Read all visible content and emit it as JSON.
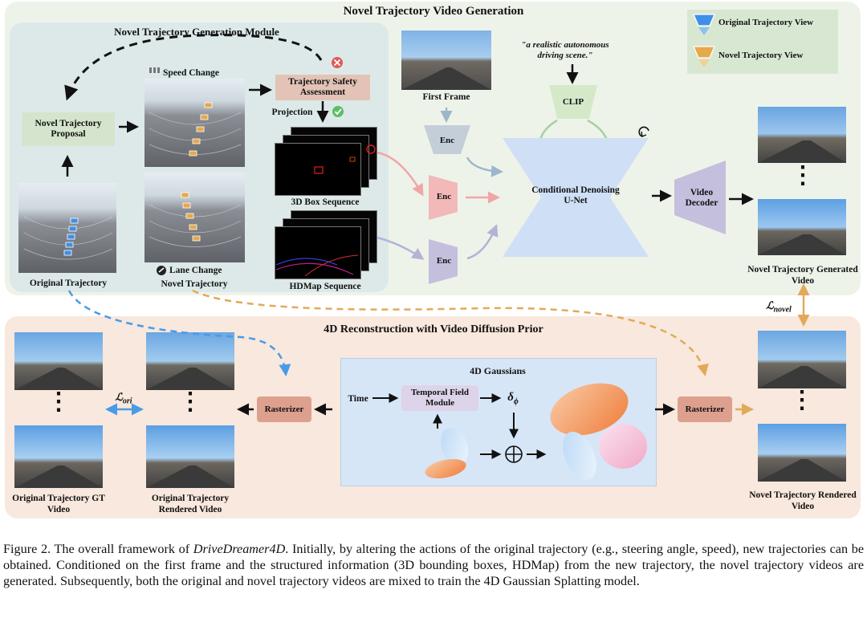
{
  "top_section": {
    "title": "Novel Trajectory Video Generation",
    "legend": {
      "original": "Original Trajectory View",
      "novel": "Novel Trajectory View"
    },
    "generation_module": {
      "title": "Novel Trajectory Generation Module",
      "speed_change": "Speed Change",
      "lane_change": "Lane Change",
      "novel_trajectory": "Novel Trajectory",
      "original_trajectory": "Original Trajectory",
      "proposal": "Novel Trajectory Proposal",
      "safety": "Trajectory Safety Assessment",
      "projection": "Projection",
      "box_sequence": "3D Box Sequence",
      "hdmap_sequence": "HDMap Sequence"
    },
    "first_frame": "First Frame",
    "prompt": "\"a realistic autonomous driving scene.\"",
    "clip": "CLIP",
    "enc": "Enc",
    "unet": "Conditional Denoising U-Net",
    "video_decoder": "Video Decoder",
    "generated_video": "Novel Trajectory Generated Video",
    "loss_novel": "novel"
  },
  "bottom_section": {
    "title": "4D Reconstruction with Video Diffusion Prior",
    "loss_ori": "ori",
    "gt_video": "Original Trajectory GT Video",
    "rendered_video": "Original Trajectory Rendered Video",
    "rasterizer": "Rasterizer",
    "gaussians_title": "4D Gaussians",
    "time": "Time",
    "temporal_field": "Temporal Field Module",
    "delta": "δ",
    "delta_sub": "ϕ",
    "novel_rendered": "Novel Trajectory Rendered Video"
  },
  "caption": {
    "prefix": "Figure 2. The overall framework of ",
    "model_name": "DriveDreamer4D",
    "text": ". Initially, by altering the actions of the original trajectory (e.g., steering angle, speed), new trajectories can be obtained. Conditioned on the first frame and the structured information (3D bounding boxes, HDMap) from the new trajectory, the novel trajectory videos are generated. Subsequently, both the original and novel trajectory videos are mixed to train the 4D Gaussian Splatting model."
  },
  "colors": {
    "top_panel": "#eef3ea",
    "module_panel": "#dde9e9",
    "bottom_panel": "#f8e8dd",
    "gaussian_panel": "#d7e6f6",
    "safety_box": "#e3c3b6",
    "proposal_box": "#d5e4cc",
    "unet": "#cfe0f6",
    "enc_pink": "#f3b8b8",
    "enc_purple": "#c3bfdc",
    "rasterizer": "#dda08e",
    "blue_dash": "#4a9be6",
    "orange_dash": "#e3a95a"
  }
}
